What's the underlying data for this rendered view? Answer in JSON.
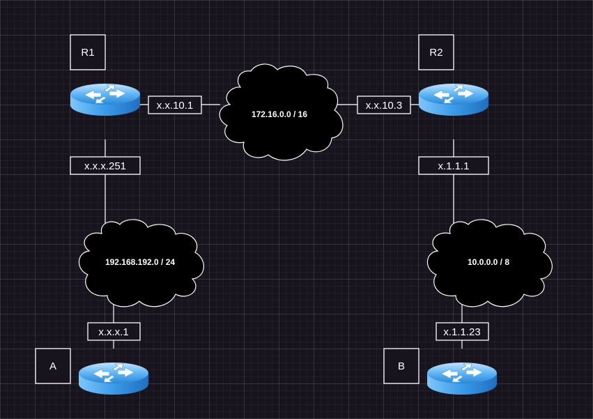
{
  "devices": {
    "r1": {
      "name": "R1",
      "icon": "router-icon"
    },
    "r2": {
      "name": "R2",
      "icon": "router-icon"
    },
    "a": {
      "name": "A",
      "icon": "router-icon"
    },
    "b": {
      "name": "B",
      "icon": "router-icon"
    }
  },
  "networks": {
    "core": "172.16.0.0 / 16",
    "left": "192.168.192.0 / 24",
    "right": "10.0.0.0 / 8"
  },
  "interfaces": {
    "r1_core": "x.x.10.1",
    "r2_core": "x.x.10.3",
    "r1_left": "x.x.x.251",
    "r2_right": "x.1.1.1",
    "a_left": "x.x.x.1",
    "b_right": "x.1.1.23"
  },
  "colors": {
    "background": "#18141d",
    "router_blue": "#3b9be8",
    "line": "#ffffff",
    "cloud_fill": "#000000"
  }
}
